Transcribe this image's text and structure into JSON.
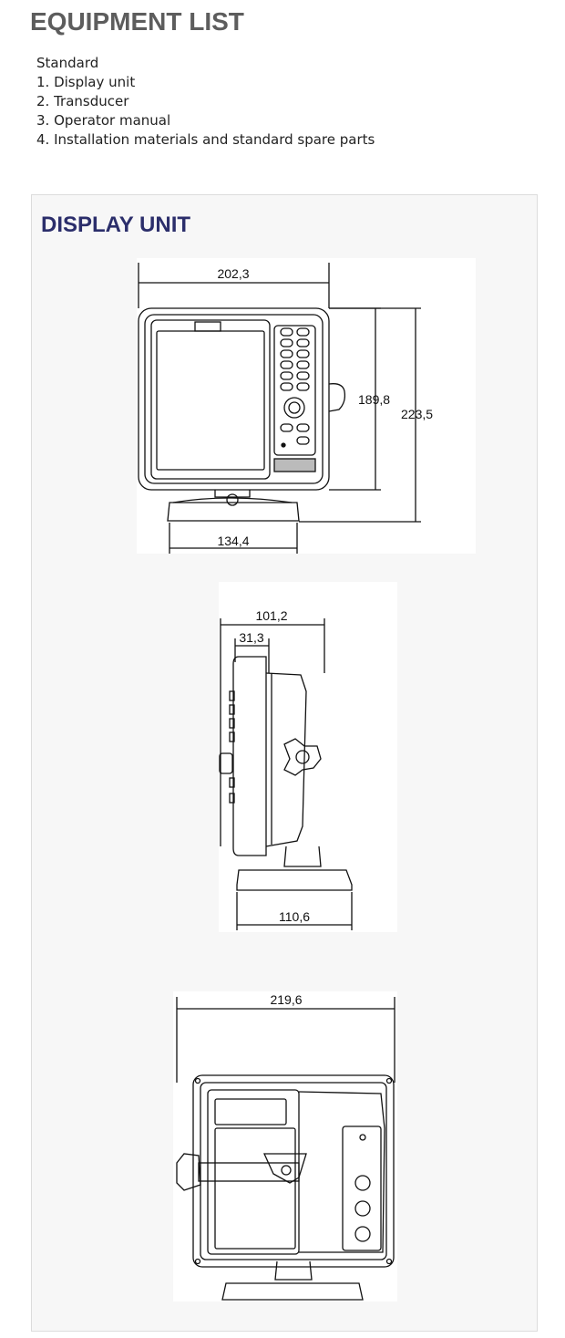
{
  "header": {
    "title": "EQUIPMENT LIST"
  },
  "equipment": {
    "heading": "Standard",
    "items": [
      "1. Display unit",
      "2. Transducer",
      "3. Operator manual",
      "4. Installation materials and standard spare parts"
    ]
  },
  "display_unit": {
    "title": "DISPLAY UNIT",
    "front_view": {
      "width": "202,3",
      "screen_height": "189,8",
      "total_height": "223,5",
      "base_width": "134,4"
    },
    "side_view": {
      "depth": "101,2",
      "front_depth": "31,3",
      "base_depth": "110,6"
    },
    "rear_view": {
      "bracket_width": "219,6"
    }
  }
}
